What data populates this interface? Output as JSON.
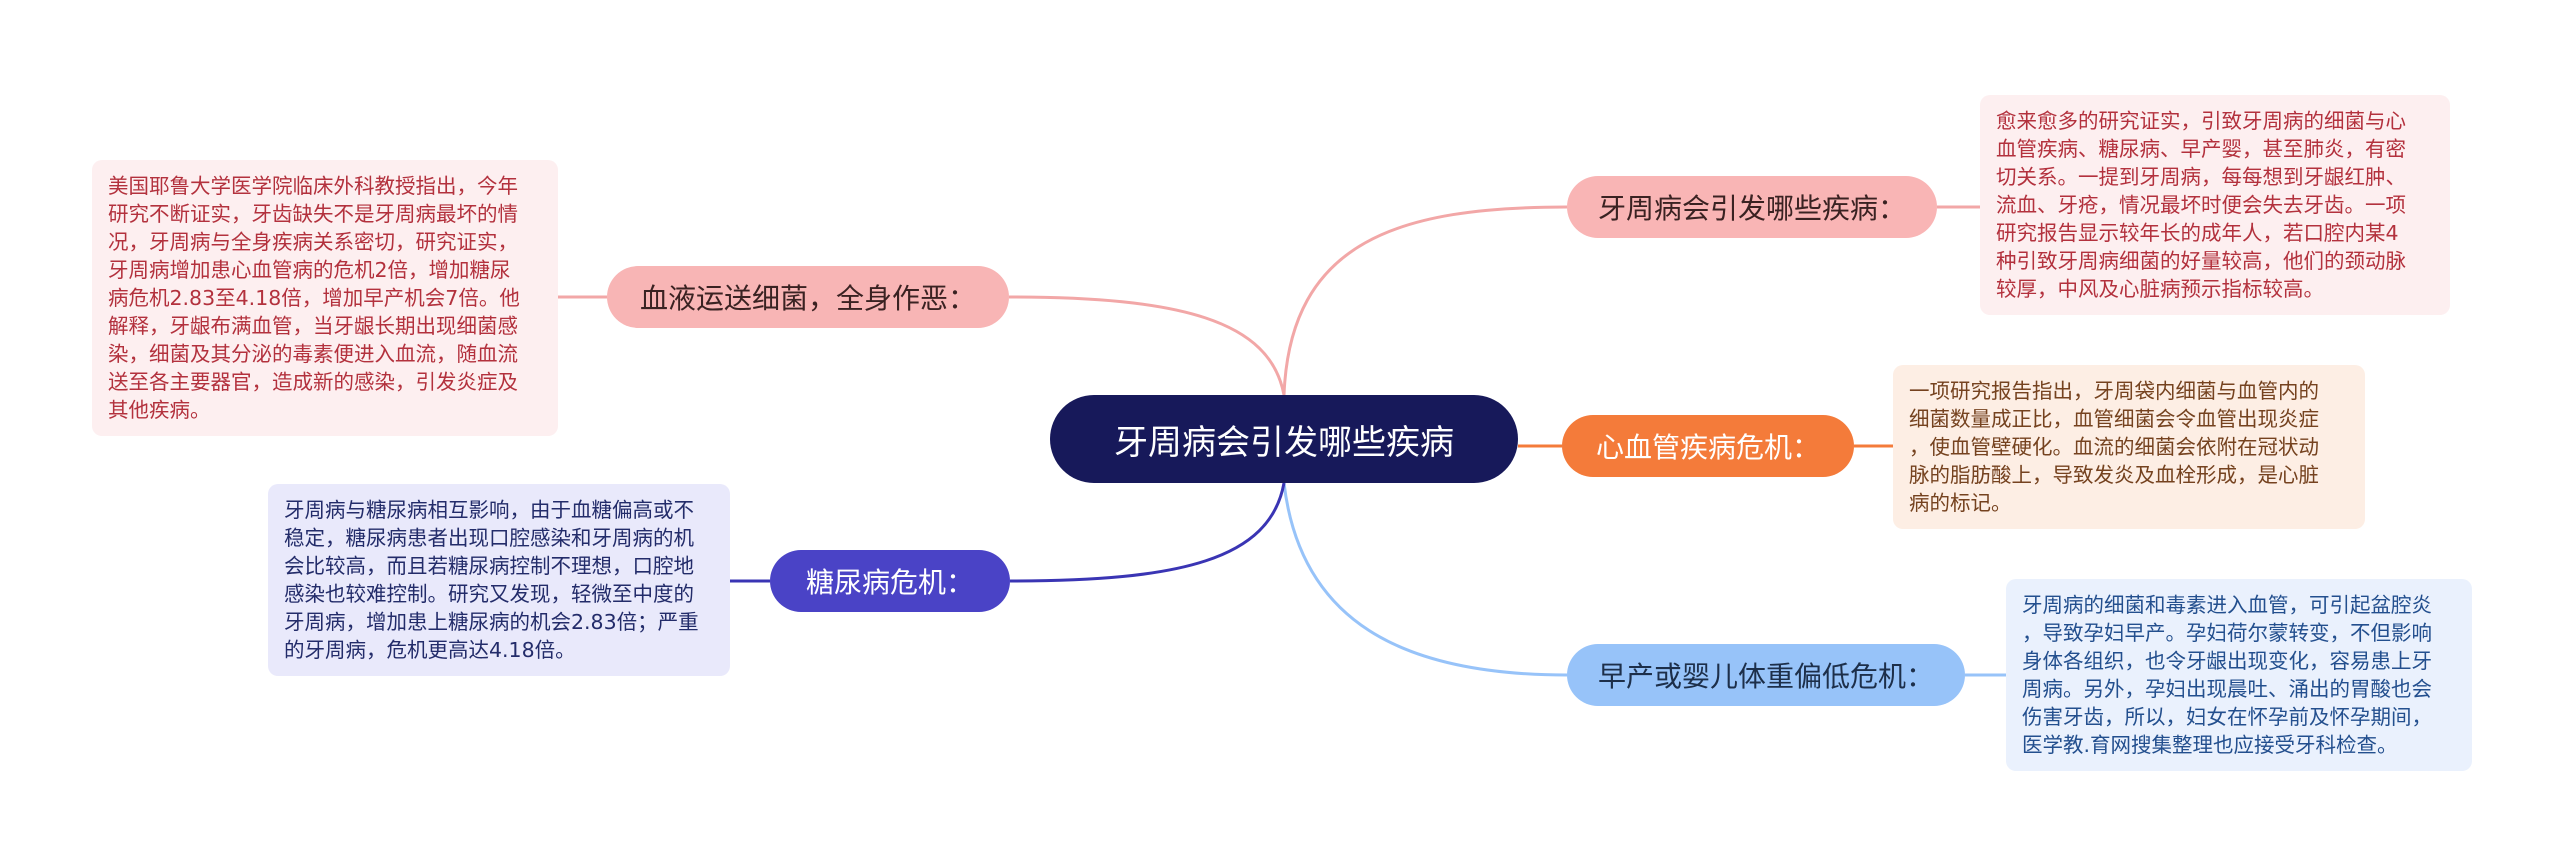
{
  "central": {
    "label": "牙周病会引发哪些疾病"
  },
  "branches": [
    {
      "label": "牙周病会引发哪些疾病：",
      "note": "愈来愈多的研究证实，引致牙周病的细菌与心\n血管疾病、糖尿病、早产婴，甚至肺炎，有密\n切关系。一提到牙周病，每每想到牙龈红肿、\n流血、牙疮，情况最坏时便会失去牙齿。一项\n研究报告显示较年长的成年人，若口腔内某4\n种引致牙周病细菌的好量较高，他们的颈动脉\n较厚，中风及心脏病预示指标较高。"
    },
    {
      "label": "心血管疾病危机：",
      "note": "一项研究报告指出，牙周袋内细菌与血管内的\n细菌数量成正比，血管细菌会令血管出现炎症\n，使血管壁硬化。血流的细菌会依附在冠状动\n脉的脂肪酸上，导致发炎及血栓形成，是心脏\n病的标记。"
    },
    {
      "label": "早产或婴儿体重偏低危机：",
      "note": "牙周病的细菌和毒素进入血管，可引起盆腔炎\n，导致孕妇早产。孕妇荷尔蒙转变，不但影响\n身体各组织，也令牙龈出现变化，容易患上牙\n周病。另外，孕妇出现晨吐、涌出的胃酸也会\n伤害牙齿，所以，妇女在怀孕前及怀孕期间，\n医学教.育网搜集整理也应接受牙科检查。"
    },
    {
      "label": "血液运送细菌，全身作恶：",
      "note": "美国耶鲁大学医学院临床外科教授指出，今年\n研究不断证实，牙齿缺失不是牙周病最坏的情\n况，牙周病与全身疾病关系密切，研究证实，\n牙周病增加患心血管病的危机2倍，增加糖尿\n病危机2.83至4.18倍，增加早产机会7倍。他\n解释，牙龈布满血管，当牙龈长期出现细菌感\n染，细菌及其分泌的毒素便进入血流，随血流\n送至各主要器官，造成新的感染，引发炎症及\n其他疾病。"
    },
    {
      "label": "糖尿病危机：",
      "note": "牙周病与糖尿病相互影响，由于血糖偏高或不\n稳定，糖尿病患者出现口腔感染和牙周病的机\n会比较高，而且若糖尿病控制不理想，口腔地\n感染也较难控制。研究又发现，轻微至中度的\n牙周病，增加患上糖尿病的机会2.83倍；严重\n的牙周病，危机更高达4.18倍。"
    }
  ],
  "colors": {
    "central": "#17195a",
    "pink": "#f9b5b5",
    "orange": "#f47b3a",
    "lightblue": "#97c3f9",
    "indigo": "#4a43c6"
  }
}
